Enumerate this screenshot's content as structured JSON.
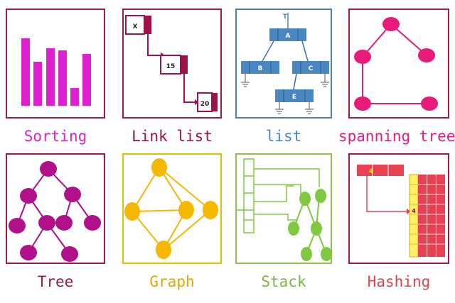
{
  "captions": {
    "sorting": "Sorting",
    "link_list": "Link list",
    "list": "list",
    "spanning_tree": "spanning tree",
    "tree": "Tree",
    "graph": "Graph",
    "stack": "Stack",
    "hashing": "Hashing"
  },
  "link_list_nodes": [
    "X",
    "15",
    "20"
  ],
  "list_nodes": [
    "A",
    "B",
    "C",
    "E"
  ],
  "list_entry_marker": "T",
  "hashing_labels": {
    "table_key": "4",
    "bucket_value": "4"
  },
  "colors": {
    "sorting": "#e020d0",
    "link_list": "#a0104a",
    "list": "#4a86c0",
    "spanning_tree": "#e81a7a",
    "tree": "#b0108a",
    "graph": "#f5b800",
    "stack": "#80c840",
    "hashing": "#e84050",
    "border_pink": "#9b1a4a",
    "border_blue": "#5080b0",
    "border_yellow": "#e0c000",
    "border_green": "#90c050"
  }
}
